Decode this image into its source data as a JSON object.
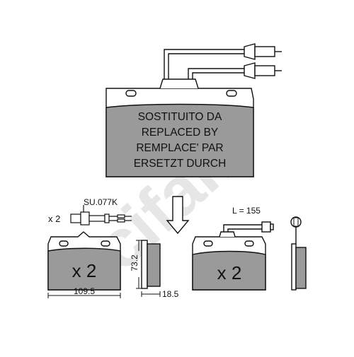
{
  "watermark_text": "cifam",
  "replaced_notice": {
    "lines": [
      "SOSTITUITO DA",
      "REPLACED BY",
      "REMPLACE' PAR",
      "ERSETZT DURCH"
    ]
  },
  "sensor": {
    "code": "SU.077K",
    "qty": "x 2"
  },
  "pad_left": {
    "qty": "x 2",
    "width": "109.5",
    "height": "73.2",
    "thickness": "18.5"
  },
  "pad_right": {
    "qty": "x 2",
    "wire_length": "L = 155"
  },
  "colors": {
    "pad_fill": "#9a9a9a",
    "outline": "#111111",
    "watermark": "#e6e6e6"
  }
}
